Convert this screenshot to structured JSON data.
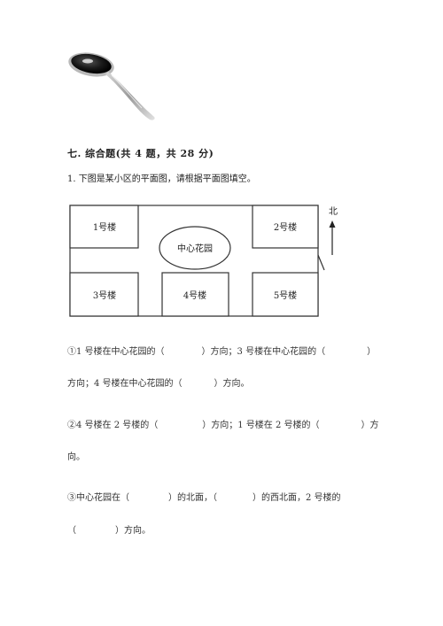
{
  "section": {
    "title": "七. 综合题(共 4 题，共 28 分)"
  },
  "question": {
    "intro": "1. 下图是某小区的平面图，请根据平面图填空。"
  },
  "map": {
    "building1": "1号楼",
    "building2": "2号楼",
    "building3": "3号楼",
    "building4": "4号楼",
    "building5": "5号楼",
    "garden": "中心花园",
    "north": "北"
  },
  "lines": {
    "l1a": "①1 号楼在中心花园的（",
    "l1b": "）方向；3 号楼在中心花园的（",
    "l1c": "）",
    "l2a": "方向；4 号楼在中心花园的（",
    "l2b": "）方向。",
    "l3a": "②4 号楼在 2 号楼的（",
    "l3b": "）方向；1 号楼在 2 号楼的（",
    "l3c": "）方",
    "l4": "向。",
    "l5a": "③中心花园在（",
    "l5b": "）的北面，（",
    "l5c": "）的西北面，2 号楼的",
    "l6a": "（",
    "l6b": "）方向。"
  }
}
